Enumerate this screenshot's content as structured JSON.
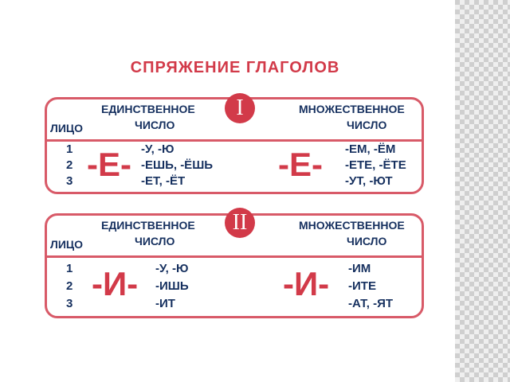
{
  "title": "СПРЯЖЕНИЕ  ГЛАГОЛОВ",
  "colors": {
    "accent": "#d23a49",
    "text": "#16305f",
    "border": "#d85a68"
  },
  "conjugations": [
    {
      "roman": "I",
      "person_label": "ЛИЦО",
      "singular_header": [
        "ЕДИНСТВЕННОЕ",
        "ЧИСЛО"
      ],
      "plural_header": [
        "МНОЖЕСТВЕННОЕ",
        "ЧИСЛО"
      ],
      "persons": [
        "1",
        "2",
        "3"
      ],
      "singular_vowel": "-Е-",
      "plural_vowel": "-Е-",
      "singular_endings": [
        "-У, -Ю",
        "-ЕШЬ, -ЁШЬ",
        "-ЕТ, -ЁТ"
      ],
      "plural_endings": [
        "-ЕМ, -ЁМ",
        "-ЕТЕ, -ЁТЕ",
        "-УТ, -ЮТ"
      ]
    },
    {
      "roman": "II",
      "person_label": "ЛИЦО",
      "singular_header": [
        "ЕДИНСТВЕННОЕ",
        "ЧИСЛО"
      ],
      "plural_header": [
        "МНОЖЕСТВЕННОЕ",
        "ЧИСЛО"
      ],
      "persons": [
        "1",
        "2",
        "3"
      ],
      "singular_vowel": "-И-",
      "plural_vowel": "-И-",
      "singular_endings": [
        "-У, -Ю",
        "-ИШЬ",
        "-ИТ"
      ],
      "plural_endings": [
        "-ИМ",
        "-ИТЕ",
        "-АТ, -ЯТ"
      ]
    }
  ]
}
